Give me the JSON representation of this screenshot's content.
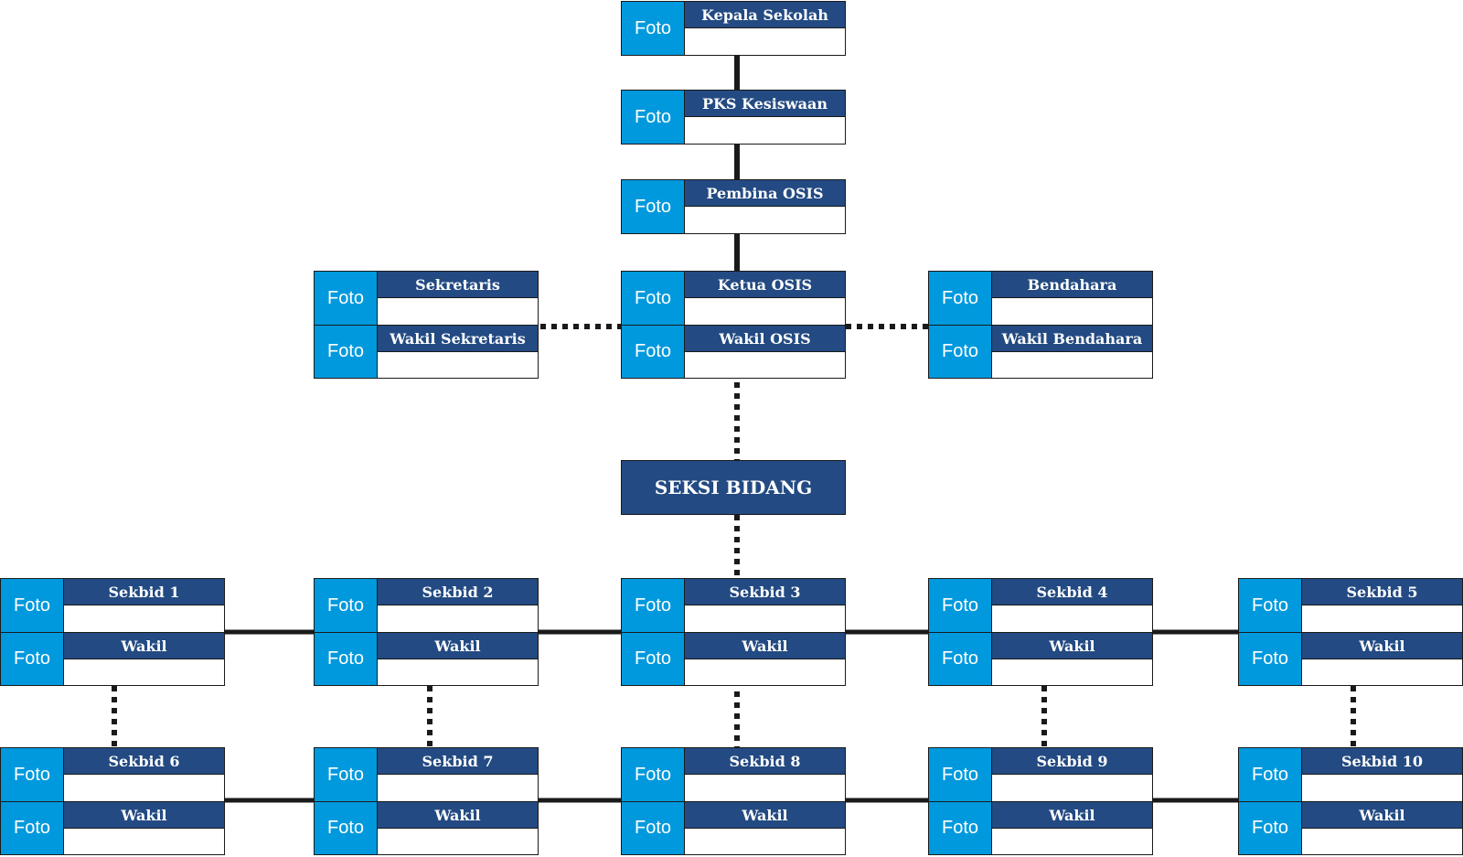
{
  "photo_label": "Foto",
  "colors": {
    "photo_bg": "#0099dd",
    "title_bg": "#234a82",
    "line": "#1a1a1a"
  },
  "leadership": {
    "kepala_sekolah": "Kepala Sekolah",
    "pks_kesiswaan": "PKS Kesiswaan",
    "pembina_osis": "Pembina OSIS",
    "ketua_osis": "Ketua OSIS",
    "wakil_osis": "Wakil OSIS",
    "sekretaris": "Sekretaris",
    "wakil_sekretaris": "Wakil Sekretaris",
    "bendahara": "Bendahara",
    "wakil_bendahara": "Wakil Bendahara"
  },
  "section_title": "SEKSI BIDANG",
  "sekbid_row1": [
    {
      "title": "Sekbid 1",
      "deputy": "Wakil"
    },
    {
      "title": "Sekbid 2",
      "deputy": "Wakil"
    },
    {
      "title": "Sekbid 3",
      "deputy": "Wakil"
    },
    {
      "title": "Sekbid 4",
      "deputy": "Wakil"
    },
    {
      "title": "Sekbid 5",
      "deputy": "Wakil"
    }
  ],
  "sekbid_row2": [
    {
      "title": "Sekbid 6",
      "deputy": "Wakil"
    },
    {
      "title": "Sekbid 7",
      "deputy": "Wakil"
    },
    {
      "title": "Sekbid 8",
      "deputy": "Wakil"
    },
    {
      "title": "Sekbid 9",
      "deputy": "Wakil"
    },
    {
      "title": "Sekbid 10",
      "deputy": "Wakil"
    }
  ]
}
